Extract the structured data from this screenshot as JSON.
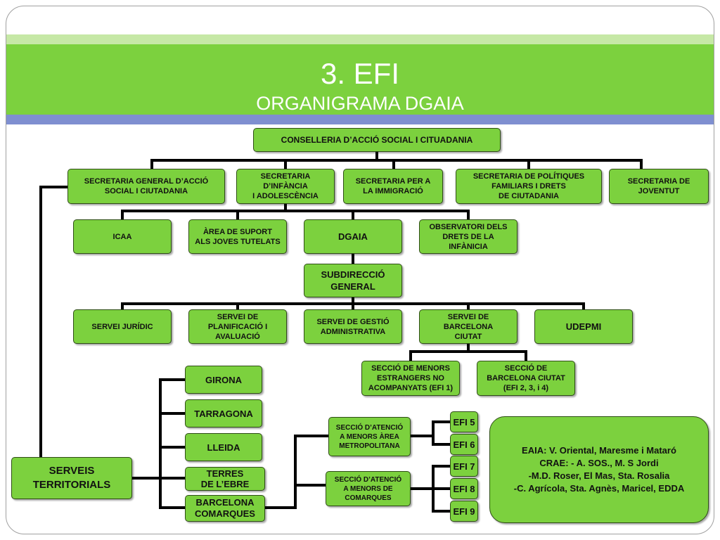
{
  "slide": {
    "title": "3. EFI",
    "subtitle": "ORGANIGRAMA DGAIA"
  },
  "org": {
    "conselleria": "CONSELLERIA D’ACCIÓ SOCIAL I CITUADANIA",
    "sec_general": "SECRETARIA GENERAL D’ACCIÓ\nSOCIAL I CIUTADANIA",
    "sec_infancia": "SECRETARIA\nD’INFÀNCIA\nI ADOLESCÈNCIA",
    "sec_immigracio": "SECRETARIA PER A\nLA IMMIGRACIÓ",
    "sec_politiques": "SECRETARIA DE POLÍTIQUES\nFAMILIARS I DRETS\nDE CIUTADANIA",
    "sec_joventut": "SECRETARIA DE\nJOVENTUT",
    "icaa": "ICAA",
    "area_suport": "ÀREA DE SUPORT\nALS JOVES TUTELATS",
    "dgaia": "DGAIA",
    "observatori": "OBSERVATORI DELS\nDRETS DE LA\nINFÀNICIA",
    "subdireccio": "SUBDIRECCIÓ\nGENERAL",
    "servei_juridic": "SERVEI JURÍDIC",
    "servei_planificacio": "SERVEI DE\nPLANIFICACIÓ I\nAVALUACIÓ",
    "servei_gestio": "SERVEI DE GESTIÓ\nADMINISTRATIVA",
    "servei_barcelona": "SERVEI DE\nBARCELONA\nCIUTAT",
    "udepmi": "UDEPMI",
    "seccio_menors_estrangers": "SECCIÓ DE MENORS\nESTRANGERS NO\nACOMPANYATS (EFI 1)",
    "seccio_barcelona_ciutat": "SECCIÓ DE\nBARCELONA CIUTAT\n(EFI 2, 3, i 4)",
    "girona": "GIRONA",
    "tarragona": "TARRAGONA",
    "lleida": "LLEIDA",
    "terres_ebre": "TERRES\nDE L’EBRE",
    "barcelona_comarques": "BARCELONA\nCOMARQUES",
    "serveis_territorials": "SERVEIS\nTERRITORIALS",
    "seccio_metropolitana": "SECCIÓ D’ATENCIÓ\nA MENORS ÀREA\nMETROPOLITANA",
    "seccio_comarques": "SECCIÓ D’ATENCIÓ\nA MENORS DE\nCOMARQUES",
    "efi5": "EFI 5",
    "efi6": "EFI 6",
    "efi7": "EFI 7",
    "efi8": "EFI 8",
    "efi9": "EFI 9",
    "eaia": "EAIA: V. Oriental, Maresme i Mataró\nCRAE: - A. SOS., M. S Jordi\n-M.D. Roser, El Mas, Sta. Rosalia\n-C. Agrícola, Sta. Agnès, Maricel, EDDA"
  },
  "colors": {
    "box_fill": "#7cd13e",
    "band_green": "#7cd13e",
    "band_light": "#c6e8a6",
    "band_blue": "#7f8fd0",
    "line": "#000000"
  }
}
